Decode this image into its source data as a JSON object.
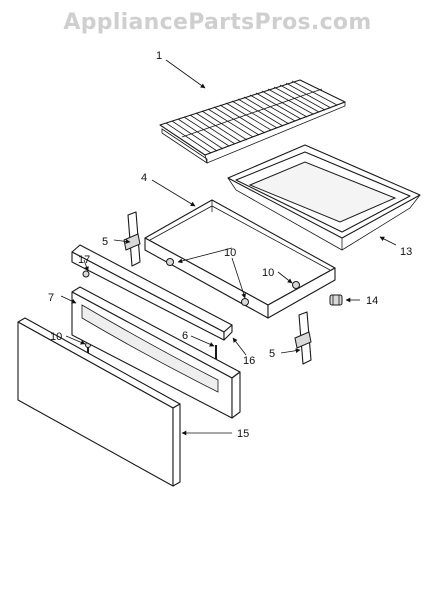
{
  "watermark": "AppliancePartsPros.com",
  "callouts": {
    "c1": "1",
    "c4": "4",
    "c5a": "5",
    "c5b": "5",
    "c6": "6",
    "c7": "7",
    "c10a": "10",
    "c10b": "10",
    "c10c": "10",
    "c13": "13",
    "c14": "14",
    "c15": "15",
    "c16": "16",
    "c17": "17"
  }
}
